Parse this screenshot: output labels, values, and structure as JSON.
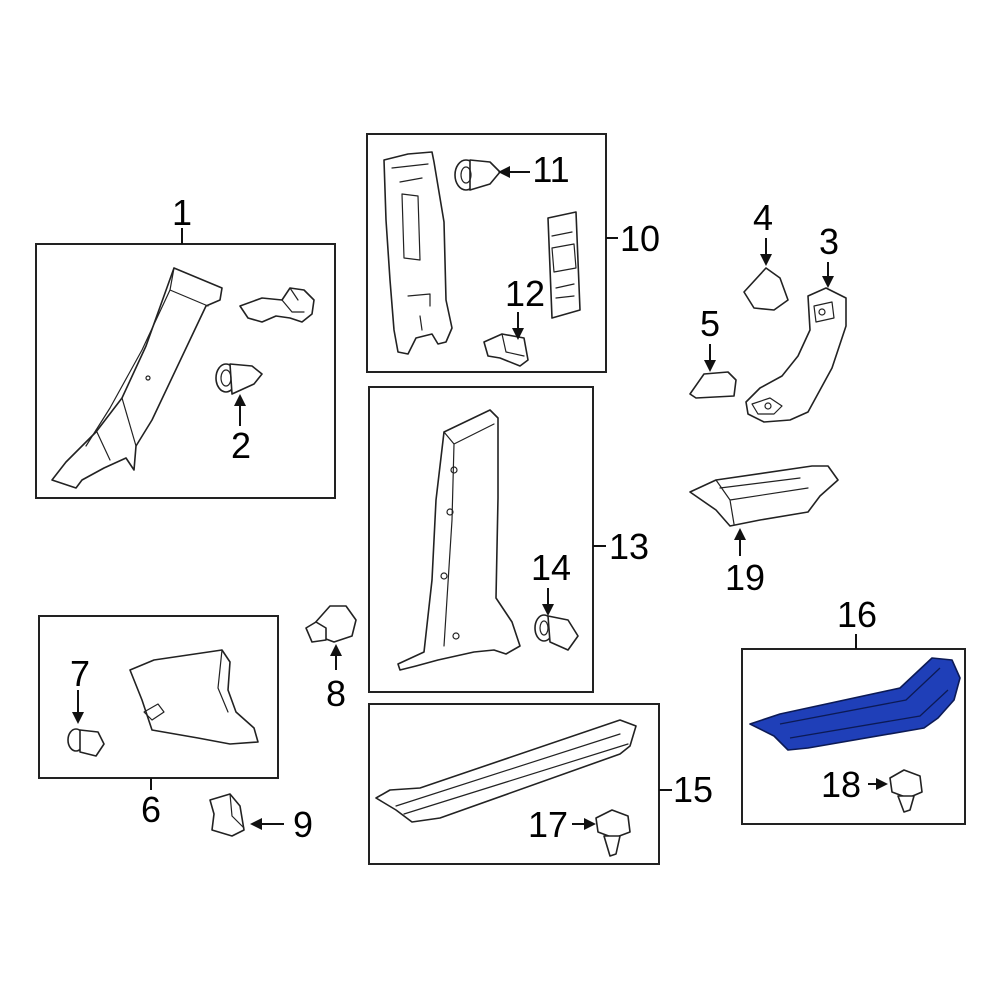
{
  "callouts": {
    "c1": "1",
    "c2": "2",
    "c3": "3",
    "c4": "4",
    "c5": "5",
    "c6": "6",
    "c7": "7",
    "c8": "8",
    "c9": "9",
    "c10": "10",
    "c11": "11",
    "c12": "12",
    "c13": "13",
    "c14": "14",
    "c15": "15",
    "c16": "16",
    "c17": "17",
    "c18": "18",
    "c19": "19"
  },
  "highlight_color": "#1f3fb8",
  "highlighted_part": "16"
}
